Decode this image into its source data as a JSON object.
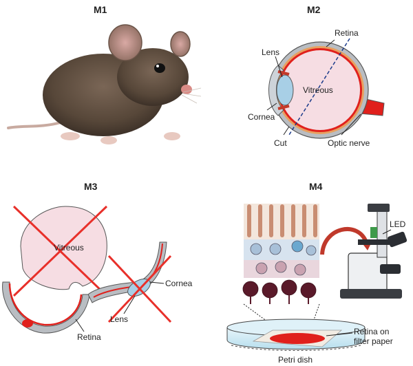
{
  "panels": {
    "m1": {
      "title": "M1"
    },
    "m2": {
      "title": "M2",
      "labels": {
        "retina": "Retina",
        "lens": "Lens",
        "vitreous": "Vitreous",
        "cornea": "Cornea",
        "cut": "Cut",
        "optic_nerve": "Optic nerve"
      }
    },
    "m3": {
      "title": "M3",
      "labels": {
        "vitreous": "Vitreous",
        "cornea": "Cornea",
        "lens": "Lens",
        "retina": "Retina"
      }
    },
    "m4": {
      "title": "M4",
      "labels": {
        "led": "LED",
        "retina_on": "Retina on",
        "filter_paper": "filter paper",
        "petri_dish": "Petri dish"
      }
    }
  },
  "colors": {
    "retina_red": "#e0201c",
    "cross_red": "#e8302a",
    "vitreous_pink": "#f6dde3",
    "sclera_gray": "#b9bdc2",
    "lens_blue": "#a8cfe6",
    "dish_blue": "#cfe9f3",
    "mouse_brown": "#5b4a3e"
  }
}
